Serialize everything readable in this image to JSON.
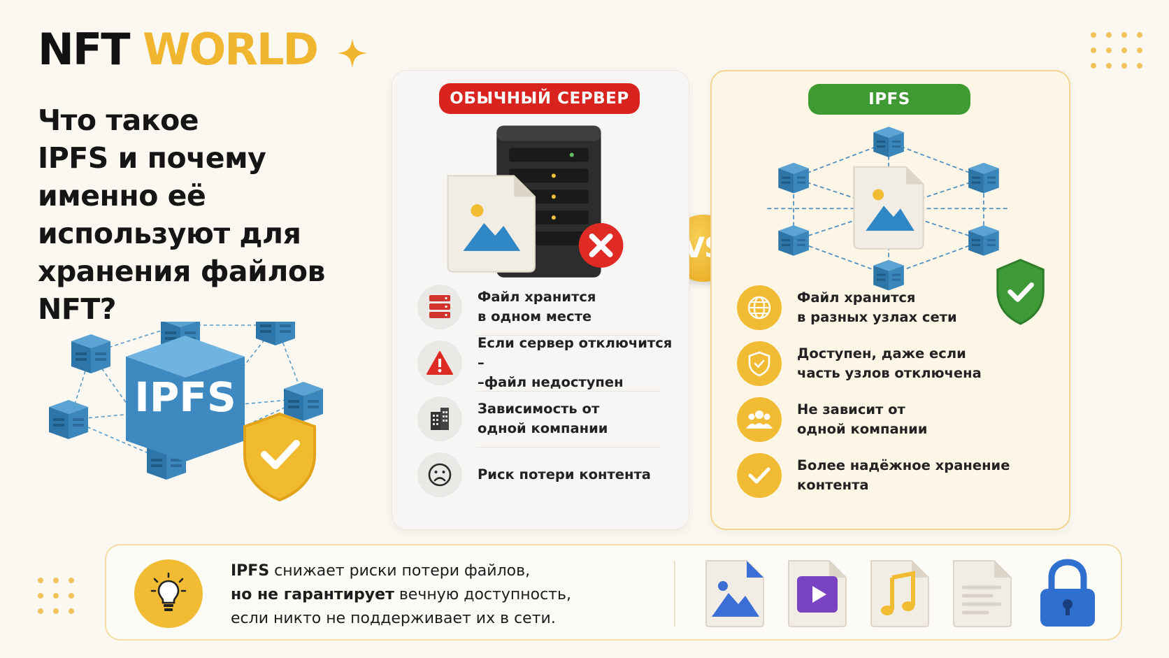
{
  "brand": {
    "part1": "NFT",
    "part2": "WORLD"
  },
  "title": "Что такое\nIPFS и почему\nименно её\nиспользуют для\nхранения файлов\nNFT?",
  "illustration": {
    "label": "IPFS"
  },
  "vs_label": "VS",
  "left_card": {
    "pill": "ОБЫЧНЫЙ СЕРВЕР",
    "rows": [
      {
        "icon": "server-stack-icon",
        "text": "Файл хранится\nв одном месте"
      },
      {
        "icon": "warning-icon",
        "text": "Если сервер отключится –\n–файл недоступен"
      },
      {
        "icon": "building-icon",
        "text": "Зависимость от\nодной компании"
      },
      {
        "icon": "sad-face-icon",
        "text": "Риск потери контента"
      }
    ]
  },
  "right_card": {
    "pill": "IPFS",
    "rows": [
      {
        "icon": "globe-icon",
        "text": "Файл хранится\nв разных узлах сети"
      },
      {
        "icon": "shield-icon",
        "text": "Доступен, даже если\nчасть узлов отключена"
      },
      {
        "icon": "users-icon",
        "text": "Не зависит от\nодной компании"
      },
      {
        "icon": "check-icon",
        "text": "Более надёжное хранение\nконтента"
      }
    ]
  },
  "bottom": {
    "line1_bold": "IPFS",
    "line1_rest": " снижает риски потери файлов,",
    "line2_bold": "но не гарантирует",
    "line2_rest": " вечную доступность,",
    "line3": "если никто не поддерживает их в сети.",
    "icons": [
      "image-file-icon",
      "video-file-icon",
      "music-file-icon",
      "document-file-icon",
      "lock-icon"
    ]
  },
  "colors": {
    "accent_yellow": "#f0b62f",
    "red": "#d9231f",
    "green": "#3f9a33",
    "cube_blue": "#3b83b4"
  }
}
